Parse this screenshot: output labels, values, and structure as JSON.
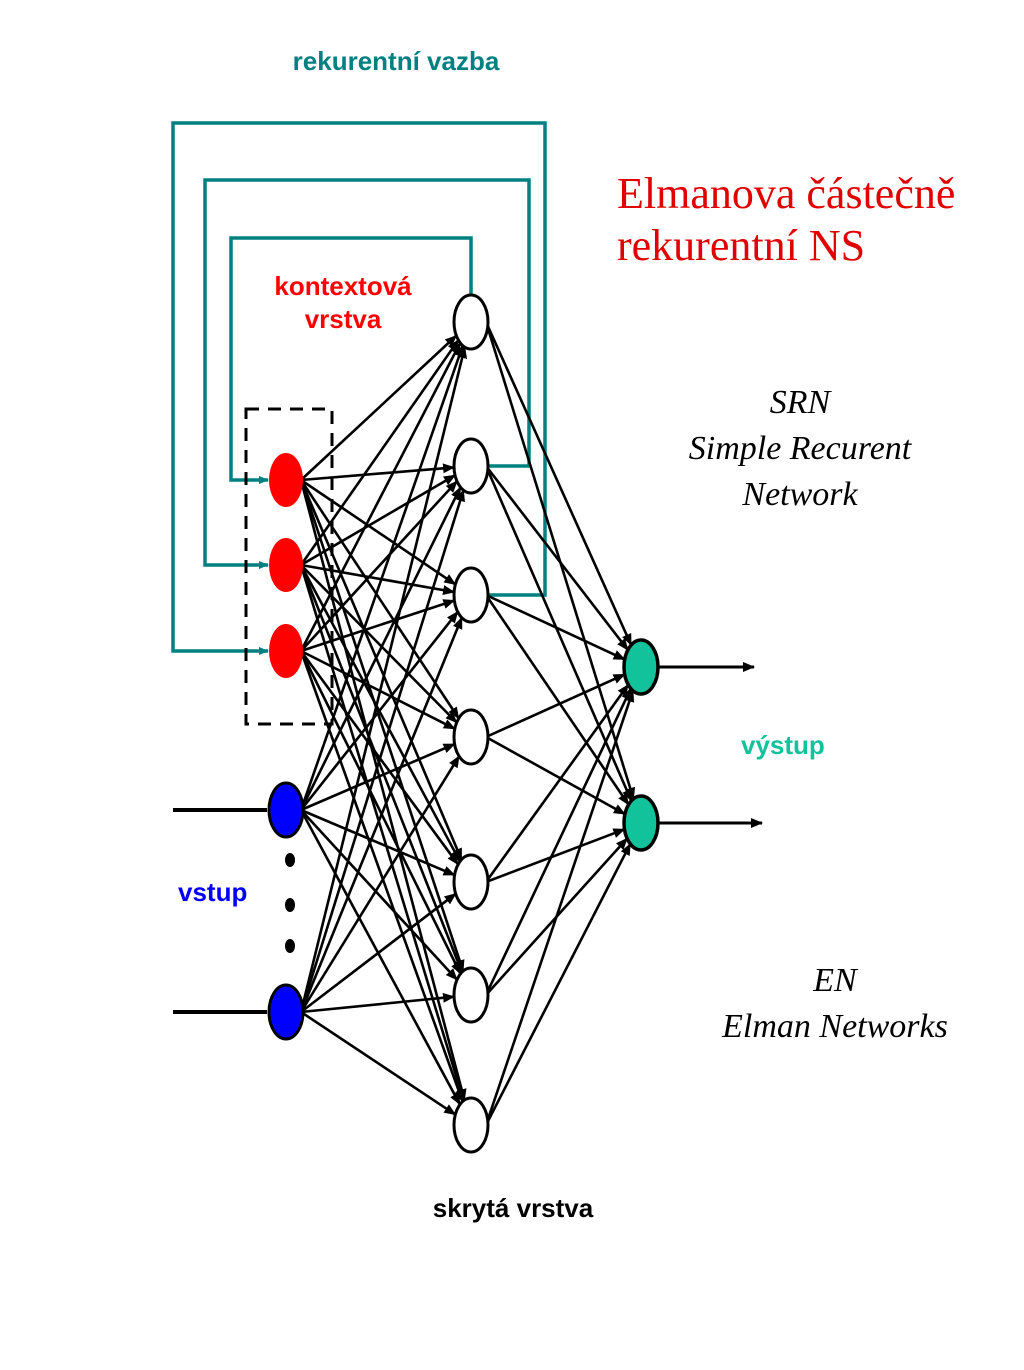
{
  "labels": {
    "recurrent": "rekurentní vazba",
    "context_line1": "kontextová",
    "context_line2": "vrstva",
    "input": "vstup",
    "output": "výstup",
    "hidden": "skrytá vrstva"
  },
  "title": {
    "line1": "Elmanova částečně",
    "line2": "rekurentní NS"
  },
  "srn": {
    "line1": "SRN",
    "line2": "Simple Recurent",
    "line3": "Network"
  },
  "en": {
    "line1": "EN",
    "line2": "Elman Networks"
  },
  "colors": {
    "teal": "#008080",
    "red": "#ff0000",
    "blue": "#0000ff",
    "output_green": "#11c29b",
    "black": "#000000",
    "white": "#ffffff"
  },
  "network": {
    "context_count": 3,
    "input_count": 2,
    "hidden_count": 7,
    "output_count": 2
  }
}
